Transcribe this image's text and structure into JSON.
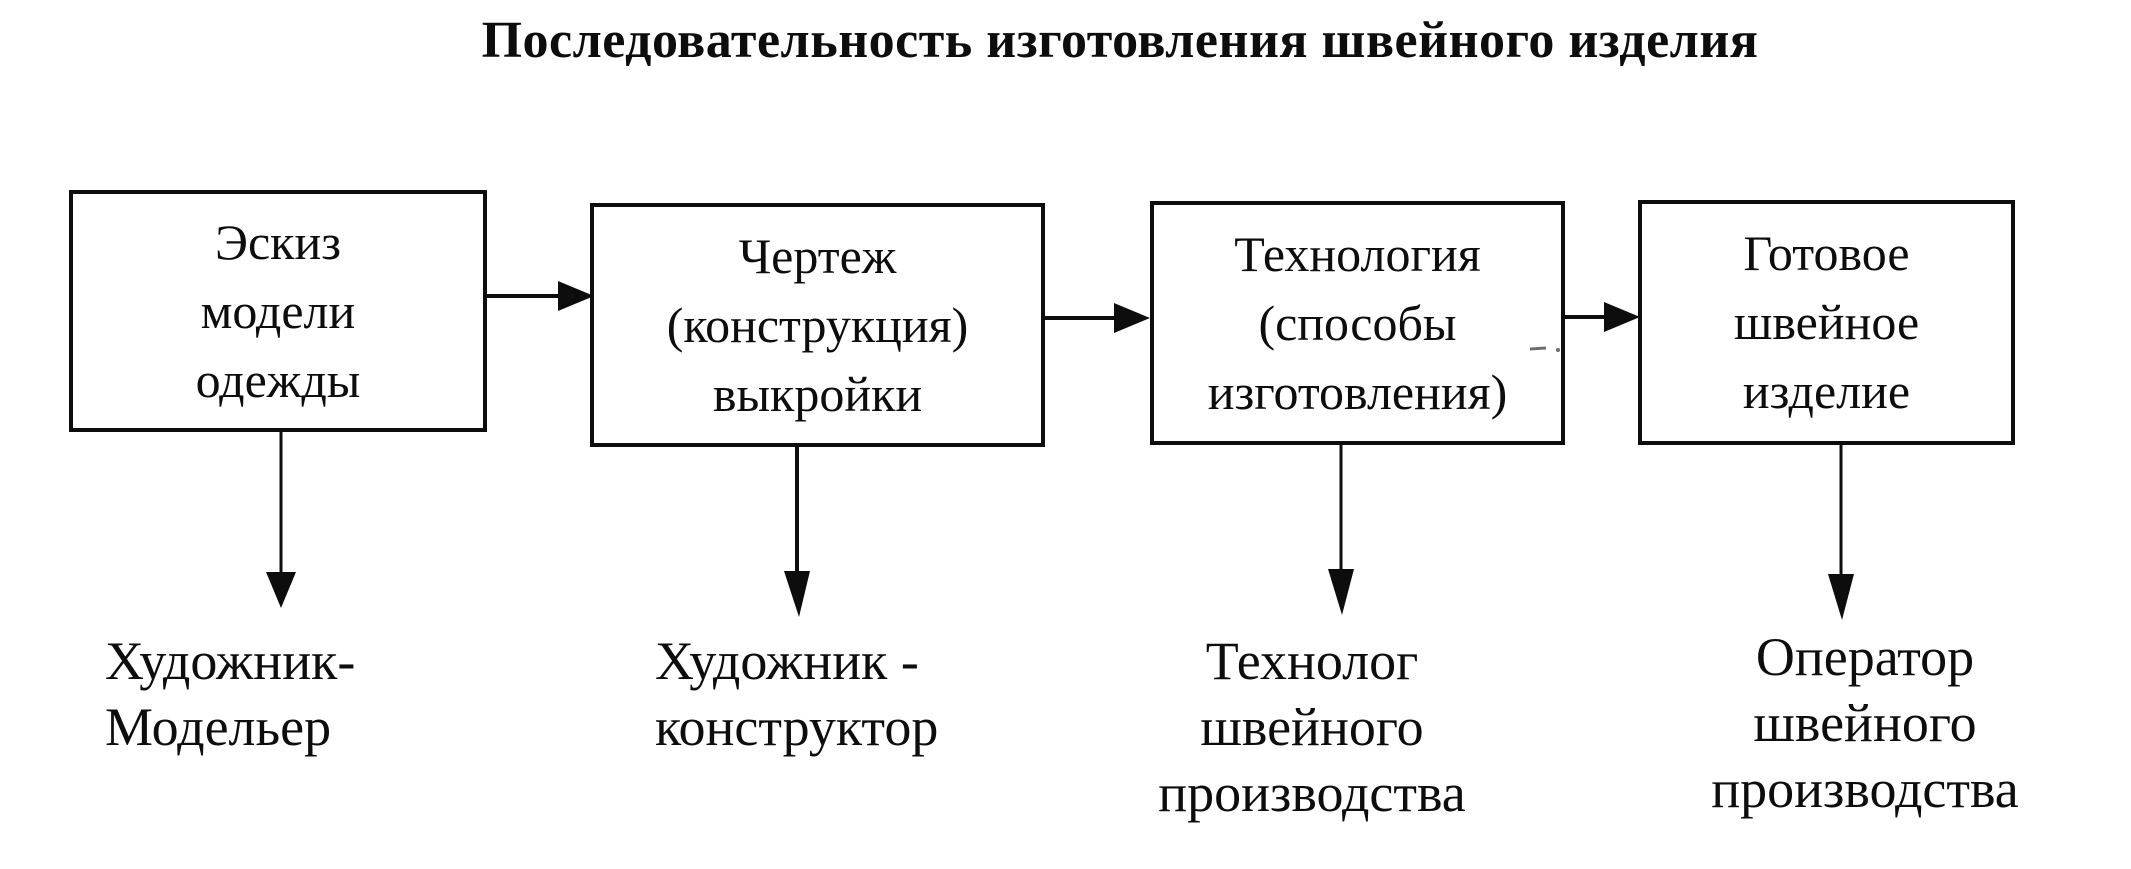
{
  "title": "Последовательность изготовления швейного изделия",
  "flow": {
    "boxes": [
      {
        "label": "Эскиз\nмодели\nодежды"
      },
      {
        "label": "Чертеж\n(конструкция)\nвыкройки"
      },
      {
        "label": "Технология\n(способы\nизготовления)"
      },
      {
        "label": "Готовое\nшвейное\nизделие"
      }
    ],
    "roles": [
      {
        "label": "Художник-\nМодельер"
      },
      {
        "label": "Художник -\nконструктор"
      },
      {
        "label": "Технолог\nшвейного\nпроизводства"
      },
      {
        "label": "Оператор\nшвейного\nпроизводства"
      }
    ]
  },
  "colors": {
    "ink": "#0d0d0d",
    "background": "#ffffff"
  }
}
